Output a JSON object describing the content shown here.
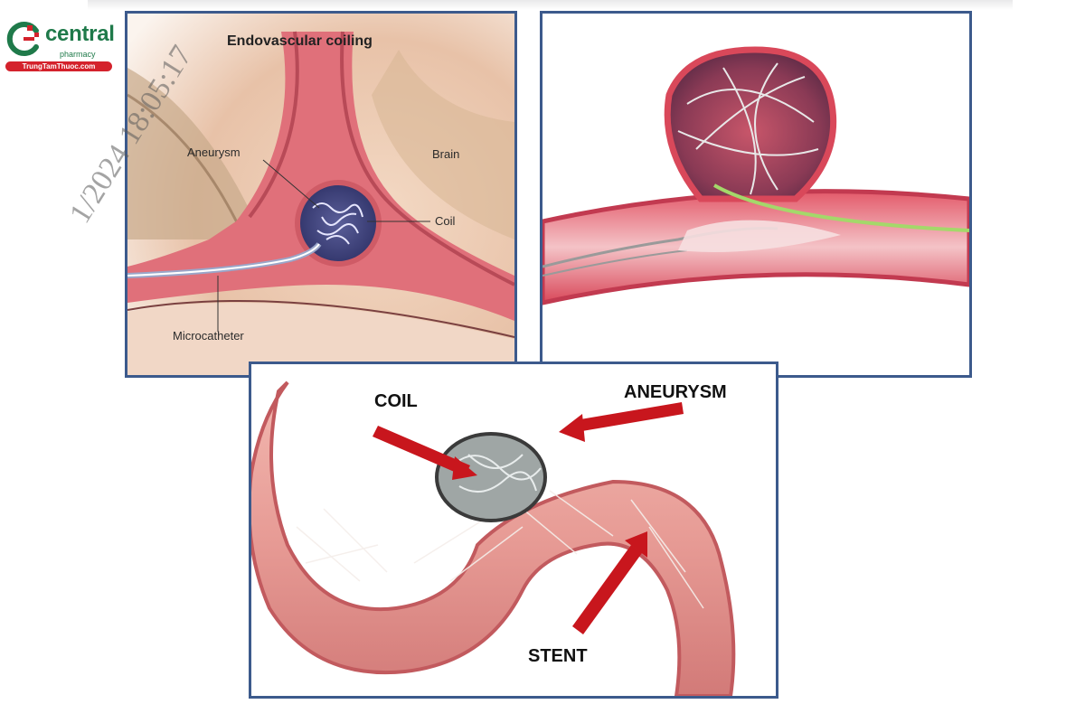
{
  "logo": {
    "name": "central",
    "subtitle": "pharmacy",
    "url_badge": "TrungTamThuoc.com",
    "brand_green": "#1f7a4a",
    "brand_red": "#d4222c"
  },
  "panel_a": {
    "title": "Endovascular coiling",
    "labels": {
      "aneurysm": "Aneurysm",
      "brain": "Brain",
      "coil": "Coil",
      "microcatheter": "Microcatheter"
    },
    "watermark": "1/2024 18:05:17"
  },
  "panel_c": {
    "labels": {
      "coil": "COIL",
      "aneurysm": "ANEURYSM",
      "stent": "STENT"
    }
  },
  "colors": {
    "panel_border": "#3c5a8c",
    "vessel": "#e0707a",
    "arrow": "#c8161d"
  }
}
